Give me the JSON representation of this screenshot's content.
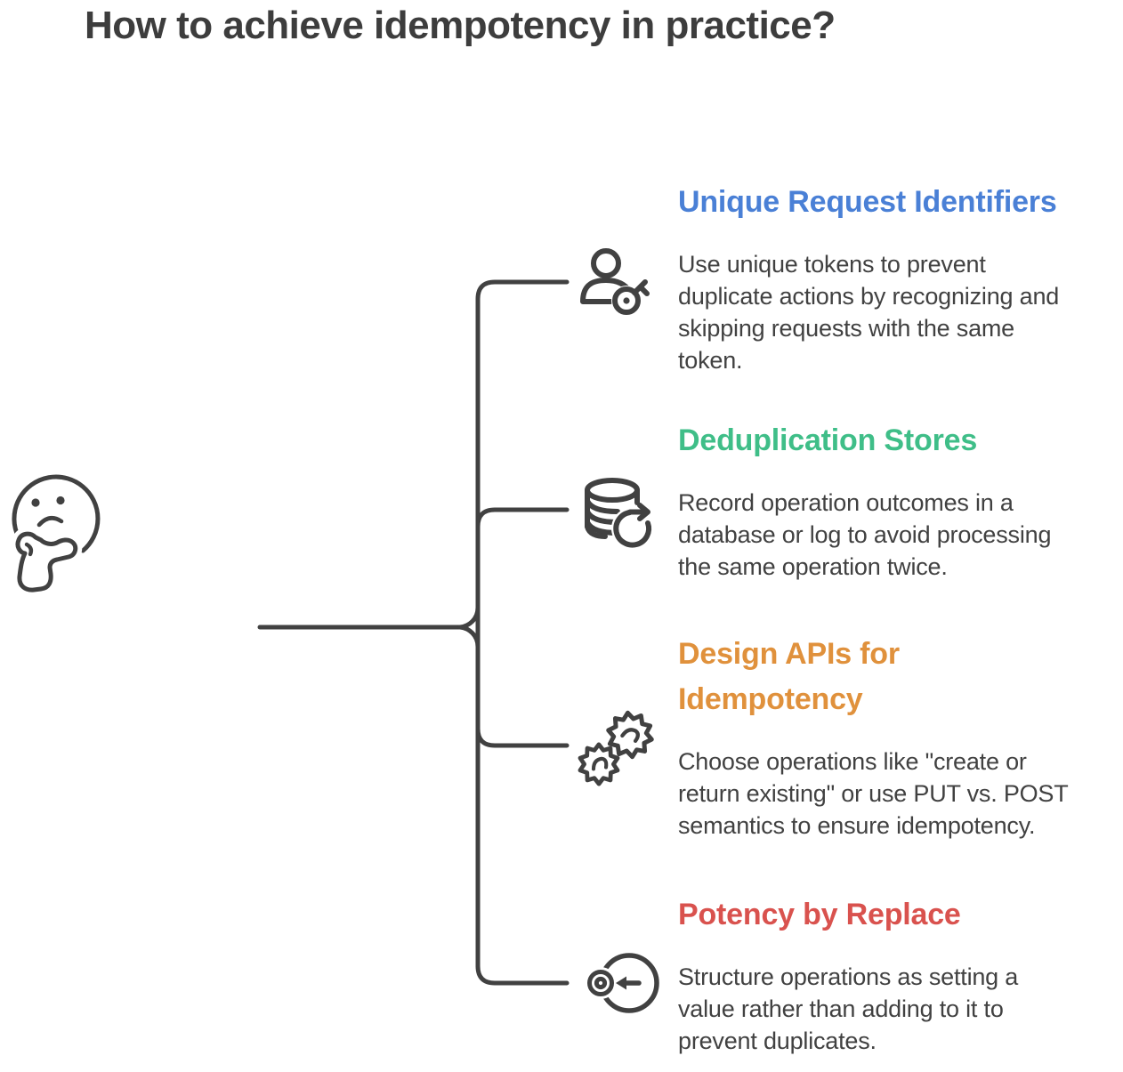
{
  "title": "How to achieve idempotency in practice?",
  "figure": {
    "name": "thinking-face",
    "description": "pensive face with hand on chin"
  },
  "connector": {
    "color": "#414141",
    "branches": 4
  },
  "sections": [
    {
      "heading": "Unique Request Identifiers",
      "color": "#4a80d6",
      "icon": "user-key-icon",
      "body": "Use unique tokens to prevent\nduplicate actions by recognizing and\nskipping requests with the same\ntoken."
    },
    {
      "heading": "Deduplication Stores",
      "color": "#3fbe88",
      "icon": "database-refresh-icon",
      "body": "Record operation outcomes in a\ndatabase or log to avoid processing\nthe same operation twice."
    },
    {
      "heading": "Design APIs for\nIdempotency",
      "color": "#e0913c",
      "icon": "gears-hands-icon",
      "body": "Choose operations like \"create or\nreturn existing\" or use PUT vs. POST\nsemantics to ensure idempotency."
    },
    {
      "heading": "Potency by Replace",
      "color": "#d9524e",
      "icon": "target-replace-icon",
      "body": "Structure operations as setting a\nvalue rather than adding to it to\nprevent duplicates."
    }
  ]
}
